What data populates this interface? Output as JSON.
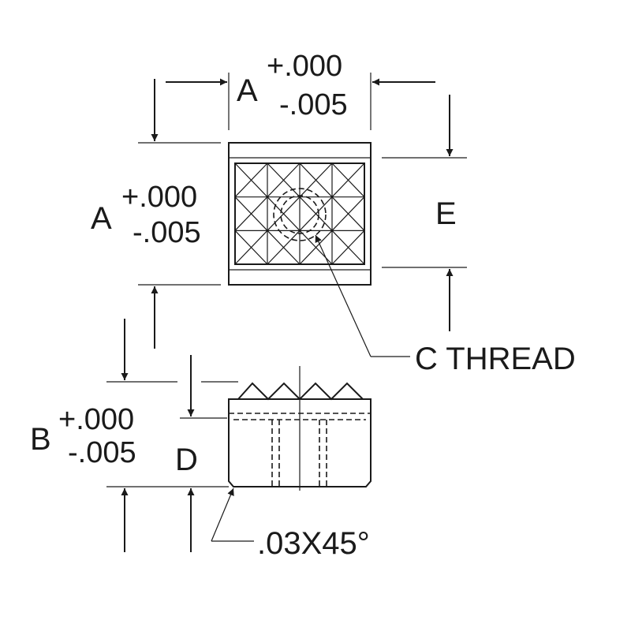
{
  "dimensions": {
    "top_width": {
      "letter": "A",
      "tol_plus": "+.000",
      "tol_minus": "-.005"
    },
    "top_height": {
      "letter": "A",
      "tol_plus": "+.000",
      "tol_minus": "-.005"
    },
    "serration_height": {
      "letter": "E"
    },
    "side_height": {
      "letter": "B",
      "tol_plus": "+.000",
      "tol_minus": "-.005"
    },
    "body_height": {
      "letter": "D"
    }
  },
  "callouts": {
    "thread": "C THREAD",
    "chamfer": ".03X45°"
  },
  "colors": {
    "ink": "#1a1a1a",
    "paper": "#ffffff"
  }
}
